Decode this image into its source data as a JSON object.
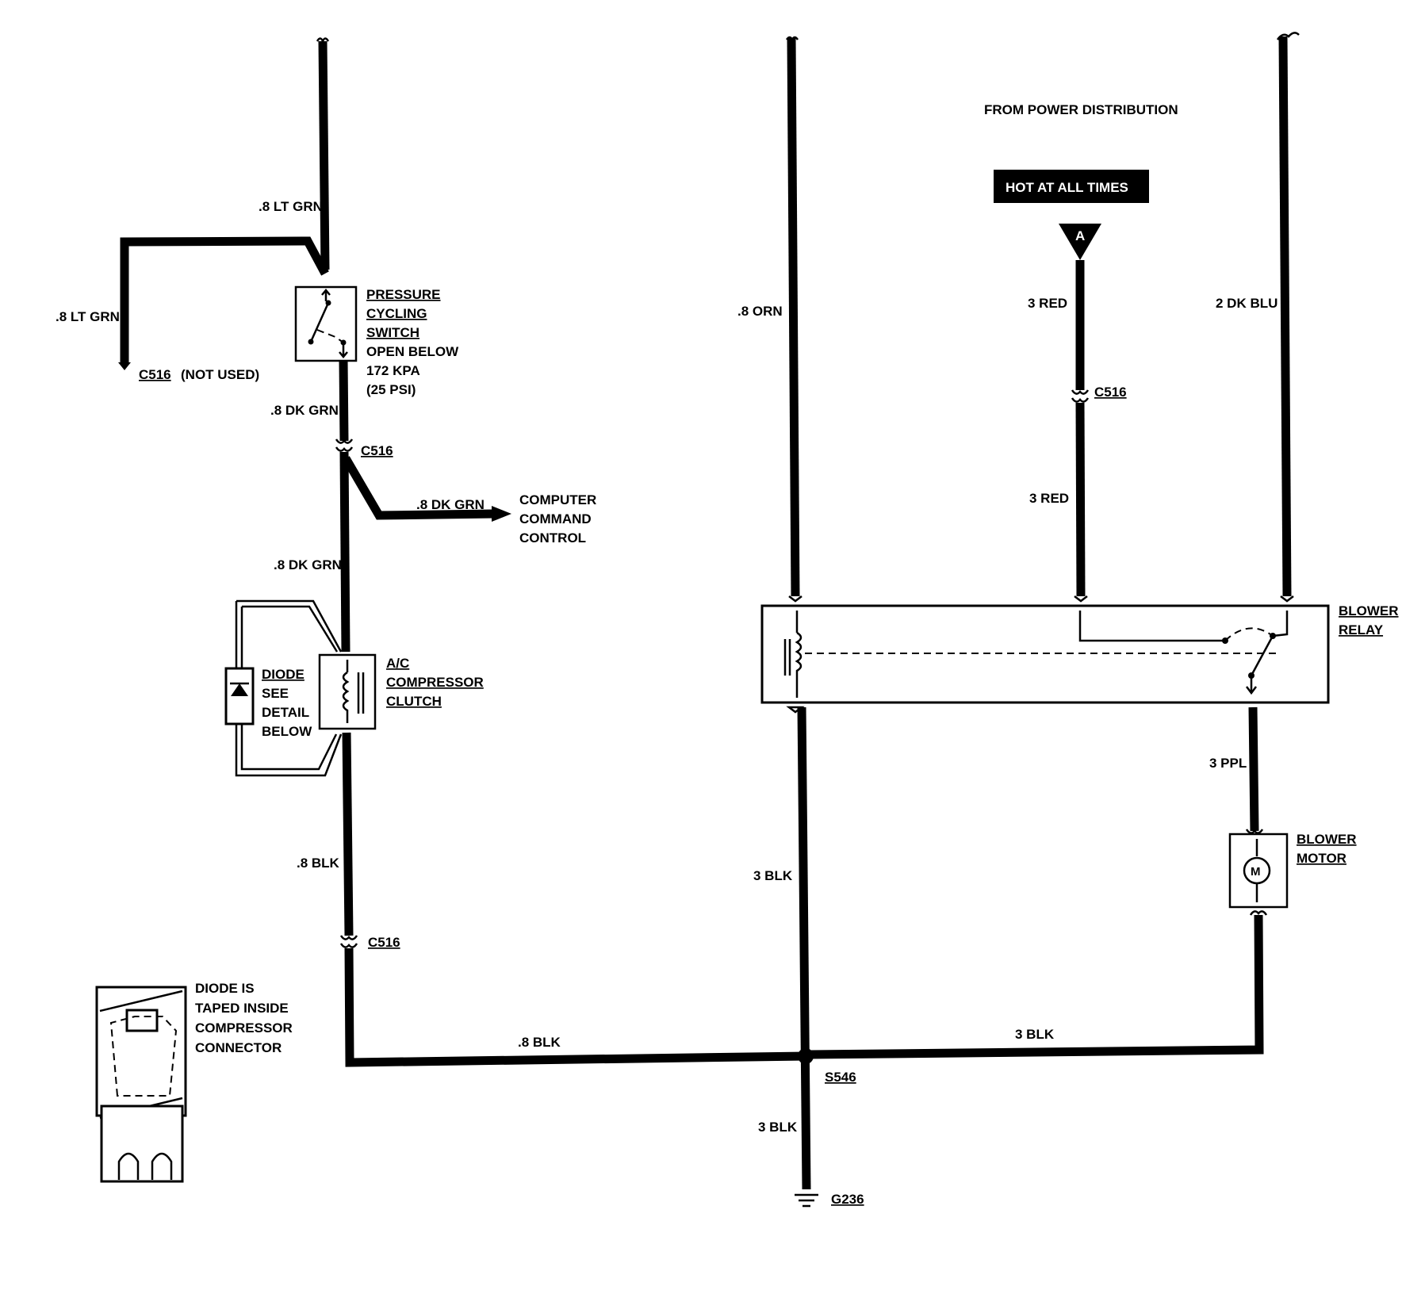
{
  "labels": {
    "from_power": "FROM POWER DISTRIBUTION",
    "hot_at_all_times": "HOT AT ALL TIMES",
    "terminal_a": "A",
    "wire_lt_grn_top": ".8 LT GRN",
    "wire_lt_grn_left": ".8 LT GRN",
    "c516_not_used": "C516",
    "not_used": "(NOT USED)",
    "pressure_switch": [
      "PRESSURE",
      "CYCLING",
      "SWITCH"
    ],
    "pressure_switch_note": [
      "OPEN BELOW",
      "172 KPA",
      "(25 PSI)"
    ],
    "wire_dk_grn_1": ".8 DK GRN",
    "c516_upper": "C516",
    "wire_dk_grn_branch": ".8 DK GRN",
    "computer_command": [
      "COMPUTER",
      "COMMAND",
      "CONTROL"
    ],
    "wire_dk_grn_2": ".8 DK GRN",
    "diode": "DIODE",
    "diode_note": [
      "SEE",
      "DETAIL",
      "BELOW"
    ],
    "ac_clutch": [
      "A/C",
      "COMPRESSOR",
      "CLUTCH"
    ],
    "wire_blk_left": ".8 BLK",
    "c516_lower": "C516",
    "diode_detail": [
      "DIODE IS",
      "TAPED INSIDE",
      "COMPRESSOR",
      "CONNECTOR"
    ],
    "wire_blk_bottom": ".8 BLK",
    "wire_orn": ".8 ORN",
    "wire_red_1": "3 RED",
    "c516_red": "C516",
    "wire_red_2": "3 RED",
    "wire_dk_blu": "2 DK BLU",
    "blower_relay": [
      "BLOWER",
      "RELAY"
    ],
    "wire_ppl": "3 PPL",
    "blower_motor": [
      "BLOWER",
      "MOTOR"
    ],
    "motor_symbol": "M",
    "wire_blk_mid": "3 BLK",
    "wire_blk_right": "3 BLK",
    "splice": "S546",
    "wire_blk_ground": "3 BLK",
    "ground": "G236"
  }
}
